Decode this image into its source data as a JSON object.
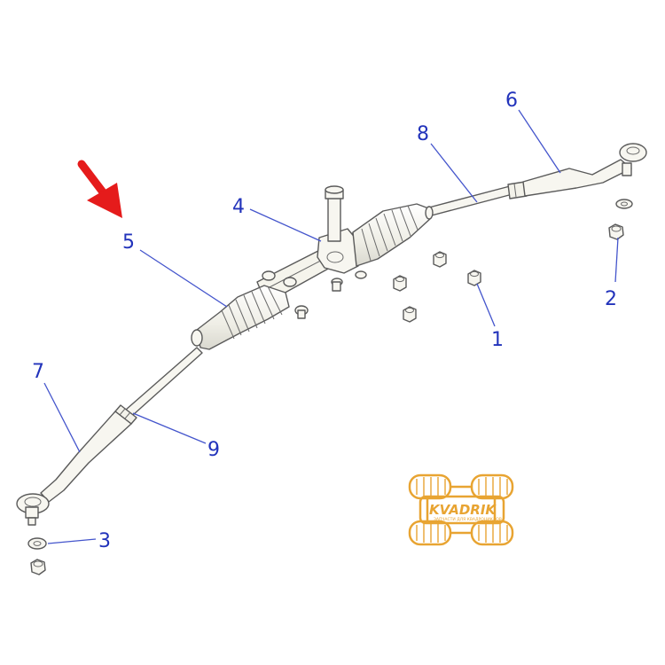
{
  "diagram": {
    "callouts": [
      {
        "id": "1",
        "label": "1"
      },
      {
        "id": "2",
        "label": "2"
      },
      {
        "id": "3",
        "label": "3"
      },
      {
        "id": "4",
        "label": "4"
      },
      {
        "id": "5",
        "label": "5"
      },
      {
        "id": "6",
        "label": "6"
      },
      {
        "id": "7",
        "label": "7"
      },
      {
        "id": "8",
        "label": "8"
      },
      {
        "id": "9",
        "label": "9"
      }
    ],
    "highlighted_callout": "5",
    "colors": {
      "callout_text": "#2233bb",
      "leader": "#4455cc",
      "arrow": "#e51b1b",
      "part_fill": "#f7f6f0",
      "part_stroke": "#5a5a5a",
      "logo": "#e8a432"
    }
  },
  "logo": {
    "name": "KVADRIK",
    "tagline": "ЗАПЧАСТИ ДЛЯ КВАДРОЦИКЛОВ"
  }
}
